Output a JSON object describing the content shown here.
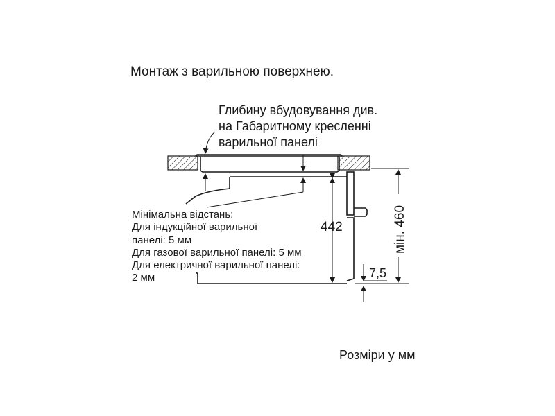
{
  "title": "Монтаж з варильною поверхнею.",
  "depth_note": [
    "Глибину вбудовування див.",
    "на Габаритному кресленні",
    "варильної панелі"
  ],
  "min_distance": [
    "Мінімальна відстань:",
    "Для індукційної варильної",
    "панелі: 5 мм",
    "Для газової варильної панелі: 5 мм",
    "Для електричної варильної панелі:",
    "2 мм"
  ],
  "dimensions": {
    "height_442": "442",
    "min_460": "мін. 460",
    "offset": "7,5"
  },
  "units_note": "Розміри у мм"
}
